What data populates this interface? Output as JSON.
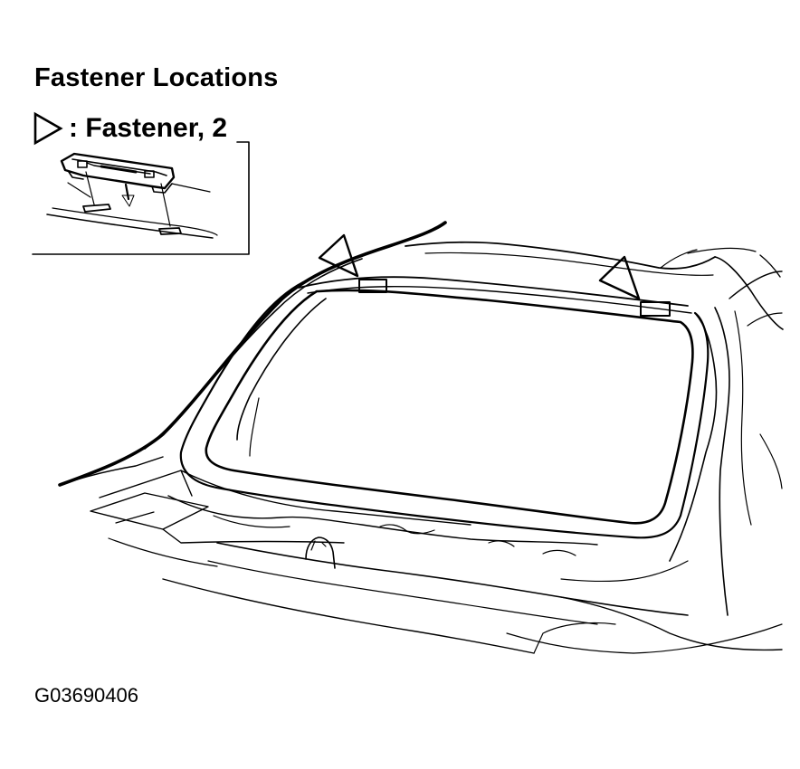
{
  "diagram": {
    "title": "Fastener Locations",
    "legend": {
      "symbol": "triangle-marker-icon",
      "text": ": Fastener, 2"
    },
    "figure_code": "G03690406"
  }
}
